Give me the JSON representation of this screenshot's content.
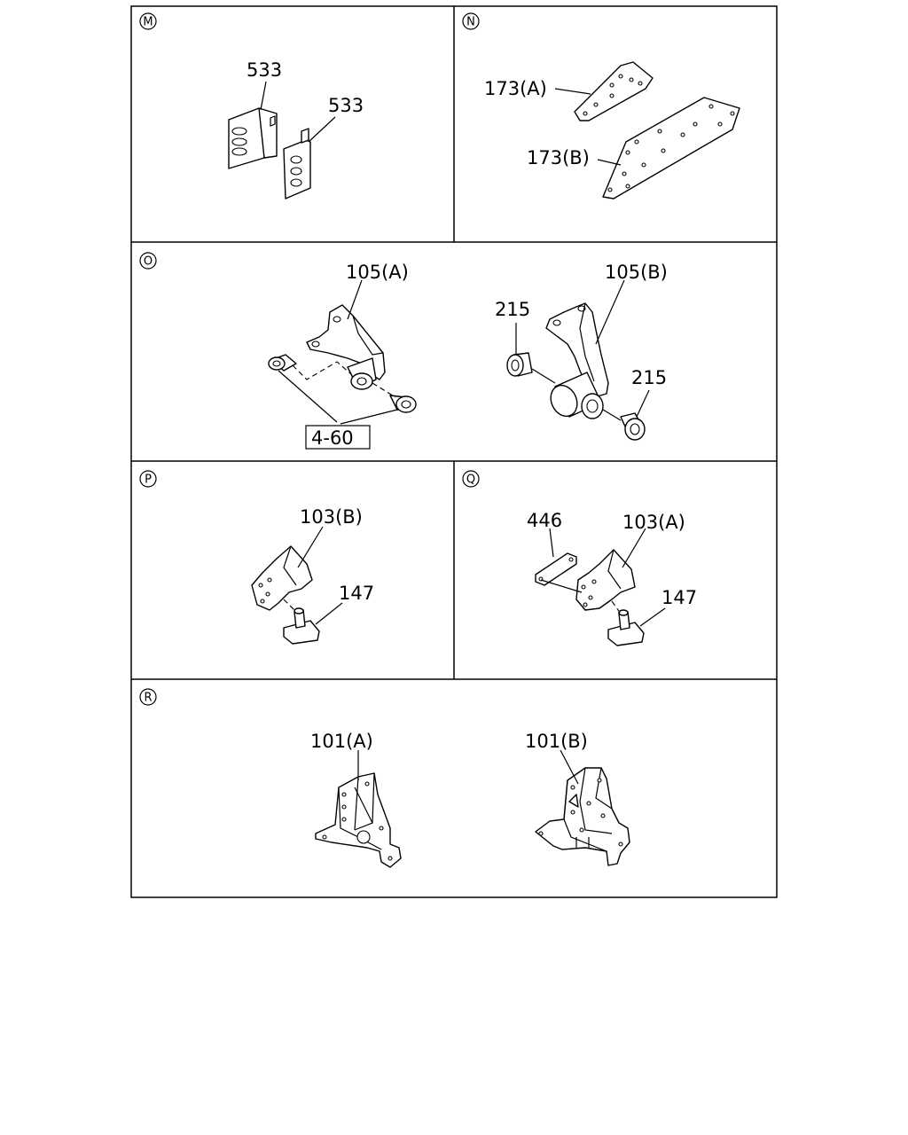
{
  "sections": [
    {
      "id": "M",
      "labels": [
        {
          "text": "533"
        },
        {
          "text": "533"
        }
      ]
    },
    {
      "id": "N",
      "labels": [
        {
          "text": "173(A)"
        },
        {
          "text": "173(B)"
        }
      ]
    },
    {
      "id": "O",
      "labels": [
        {
          "text": "105(A)"
        },
        {
          "text": "105(B)"
        },
        {
          "text": "215"
        },
        {
          "text": "215"
        },
        {
          "text": "4-60"
        }
      ]
    },
    {
      "id": "P",
      "labels": [
        {
          "text": "103(B)"
        },
        {
          "text": "147"
        }
      ]
    },
    {
      "id": "Q",
      "labels": [
        {
          "text": "446"
        },
        {
          "text": "103(A)"
        },
        {
          "text": "147"
        }
      ]
    },
    {
      "id": "R",
      "labels": [
        {
          "text": "101(A)"
        },
        {
          "text": "101(B)"
        }
      ]
    }
  ]
}
